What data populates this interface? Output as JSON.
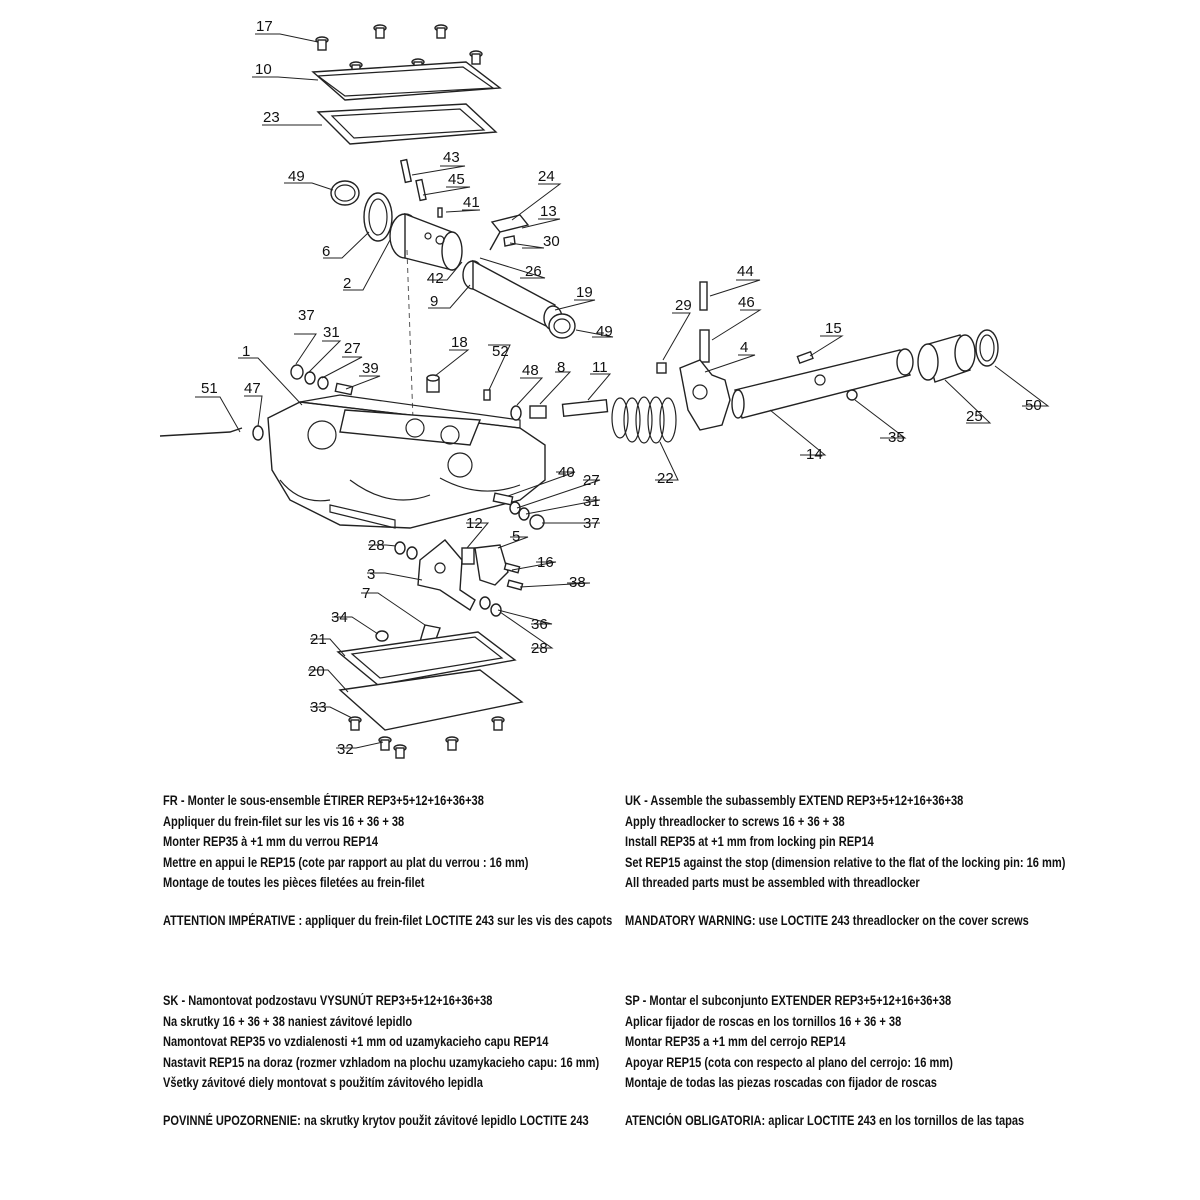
{
  "callouts": {
    "c17": "17",
    "c10": "10",
    "c23": "23",
    "c43": "43",
    "c49a": "49",
    "c45": "45",
    "c24": "24",
    "c41": "41",
    "c13": "13",
    "c6": "6",
    "c30": "30",
    "c42": "42",
    "c26": "26",
    "c2": "2",
    "c9": "9",
    "c19": "19",
    "c49b": "49",
    "c44": "44",
    "c29": "29",
    "c46": "46",
    "c15": "15",
    "c4": "4",
    "c37a": "37",
    "c31a": "31",
    "c27a": "27",
    "c1": "1",
    "c18": "18",
    "c52": "52",
    "c48": "48",
    "c8": "8",
    "c11": "11",
    "c39": "39",
    "c51": "51",
    "c47": "47",
    "c25": "25",
    "c50": "50",
    "c35": "35",
    "c14": "14",
    "c22": "22",
    "c40": "40",
    "c27b": "27",
    "c31b": "31",
    "c37b": "37",
    "c12": "12",
    "c5": "5",
    "c28a": "28",
    "c16": "16",
    "c3": "3",
    "c38": "38",
    "c36": "36",
    "c34": "34",
    "c7": "7",
    "c28b": "28",
    "c21": "21",
    "c20": "20",
    "c33": "33",
    "c32": "32"
  },
  "fr": {
    "l1": "FR - Monter le sous-ensemble ÉTIRER REP3+5+12+16+36+38",
    "l2": "Appliquer du frein-filet sur les vis 16 + 36 + 38",
    "l3": "Monter REP35 à +1 mm du verrou REP14",
    "l4": "Mettre en appui le REP15 (cote par rapport au plat du verrou : 16 mm)",
    "l5": "Montage de toutes les pièces filetées au frein-filet",
    "warning": "ATTENTION IMPÉRATIVE : appliquer du frein-filet LOCTITE 243 sur les vis des capots"
  },
  "uk": {
    "l1": "UK - Assemble the subassembly EXTEND REP3+5+12+16+36+38",
    "l2": "Apply threadlocker to screws 16 + 36 + 38",
    "l3": "Install REP35 at +1 mm from locking pin REP14",
    "l4": "Set REP15 against the stop (dimension relative to the flat of the locking pin: 16 mm)",
    "l5": "All threaded parts must be assembled with threadlocker",
    "warning": "MANDATORY WARNING: use LOCTITE 243 threadlocker on the cover screws"
  },
  "sk": {
    "l1": "SK - Namontovat podzostavu VYSUNÚT REP3+5+12+16+36+38",
    "l2": "Na skrutky 16 + 36 + 38 naniest závitové lepidlo",
    "l3": "Namontovat REP35 vo vzdialenosti +1 mm od uzamykacieho capu REP14",
    "l4": "Nastavit REP15 na doraz (rozmer vzhladom na plochu uzamykacieho capu: 16 mm)",
    "l5": "Všetky závitové diely montovat s použitím závitového lepidla",
    "warning": "POVINNÉ UPOZORNENIE: na skrutky krytov použit závitové lepidlo LOCTITE 243"
  },
  "sp": {
    "l1": "SP - Montar el subconjunto EXTENDER REP3+5+12+16+36+38",
    "l2": "Aplicar fijador de roscas en los tornillos 16 + 36 + 38",
    "l3": "Montar REP35 a +1 mm del cerrojo REP14",
    "l4": "Apoyar REP15 (cota con respecto al plano del cerrojo: 16 mm)",
    "l5": "Montaje de todas las piezas roscadas con fijador de roscas",
    "warning": "ATENCIÓN OBLIGATORIA: aplicar LOCTITE 243 en los tornillos de las tapas"
  }
}
